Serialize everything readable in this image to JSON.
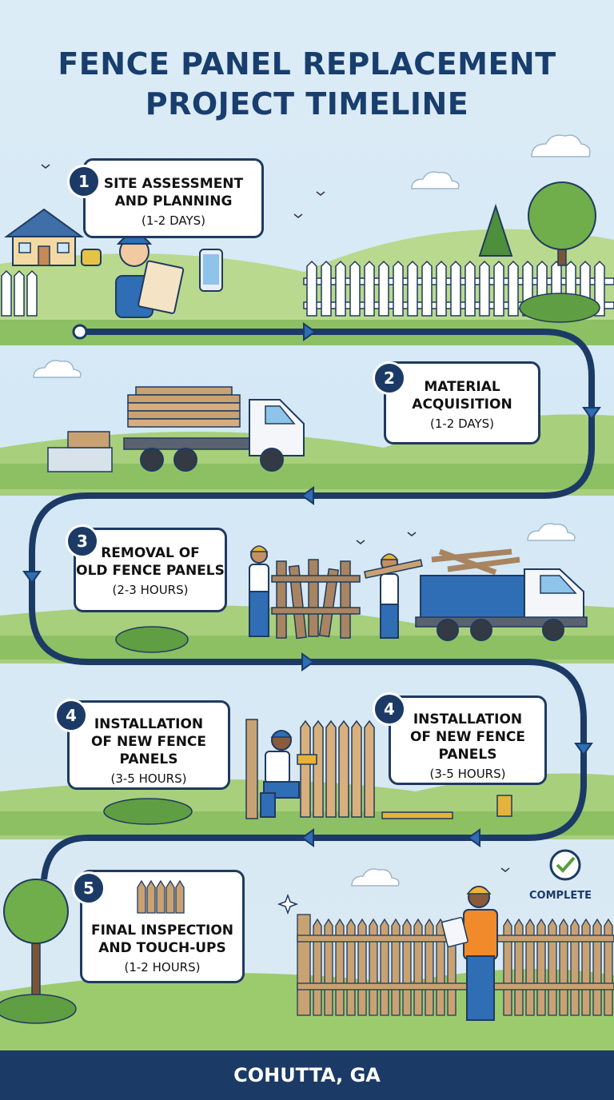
{
  "title": {
    "line1": "FENCE PANEL REPLACEMENT",
    "line2": "PROJECT TIMELINE"
  },
  "steps": [
    {
      "number": "1",
      "title_line1": "SITE ASSESSMENT",
      "title_line2": "AND PLANNING",
      "duration": "(1-2 DAYS)"
    },
    {
      "number": "2",
      "title_line1": "MATERIAL",
      "title_line2": "ACQUISITION",
      "duration": "(1-2 DAYS)"
    },
    {
      "number": "3",
      "title_line1": "REMOVAL OF",
      "title_line2": "OLD FENCE PANELS",
      "duration": "(2-3 HOURS)"
    },
    {
      "number": "4",
      "title_line1": "INSTALLATION",
      "title_line2": "OF NEW FENCE",
      "title_line3": "PANELS",
      "duration": "(3-5 HOURS)"
    },
    {
      "number": "4",
      "title_line1": "INSTALLATION",
      "title_line2": "OF NEW FENCE",
      "title_line3": "PANELS",
      "duration": "(3-5 HOURS)"
    },
    {
      "number": "5",
      "title_line1": "FINAL INSPECTION",
      "title_line2": "AND TOUCH-UPS",
      "duration": "(1-2 HOURS)"
    }
  ],
  "complete_label": "COMPLETE",
  "footer": {
    "location": "COHUTTA, GA"
  },
  "colors": {
    "navy": "#1b3a66",
    "grass": "#8cc063",
    "sky": "#dcecf7",
    "wood": "#c9a273",
    "truck_blue": "#2f6db5"
  }
}
